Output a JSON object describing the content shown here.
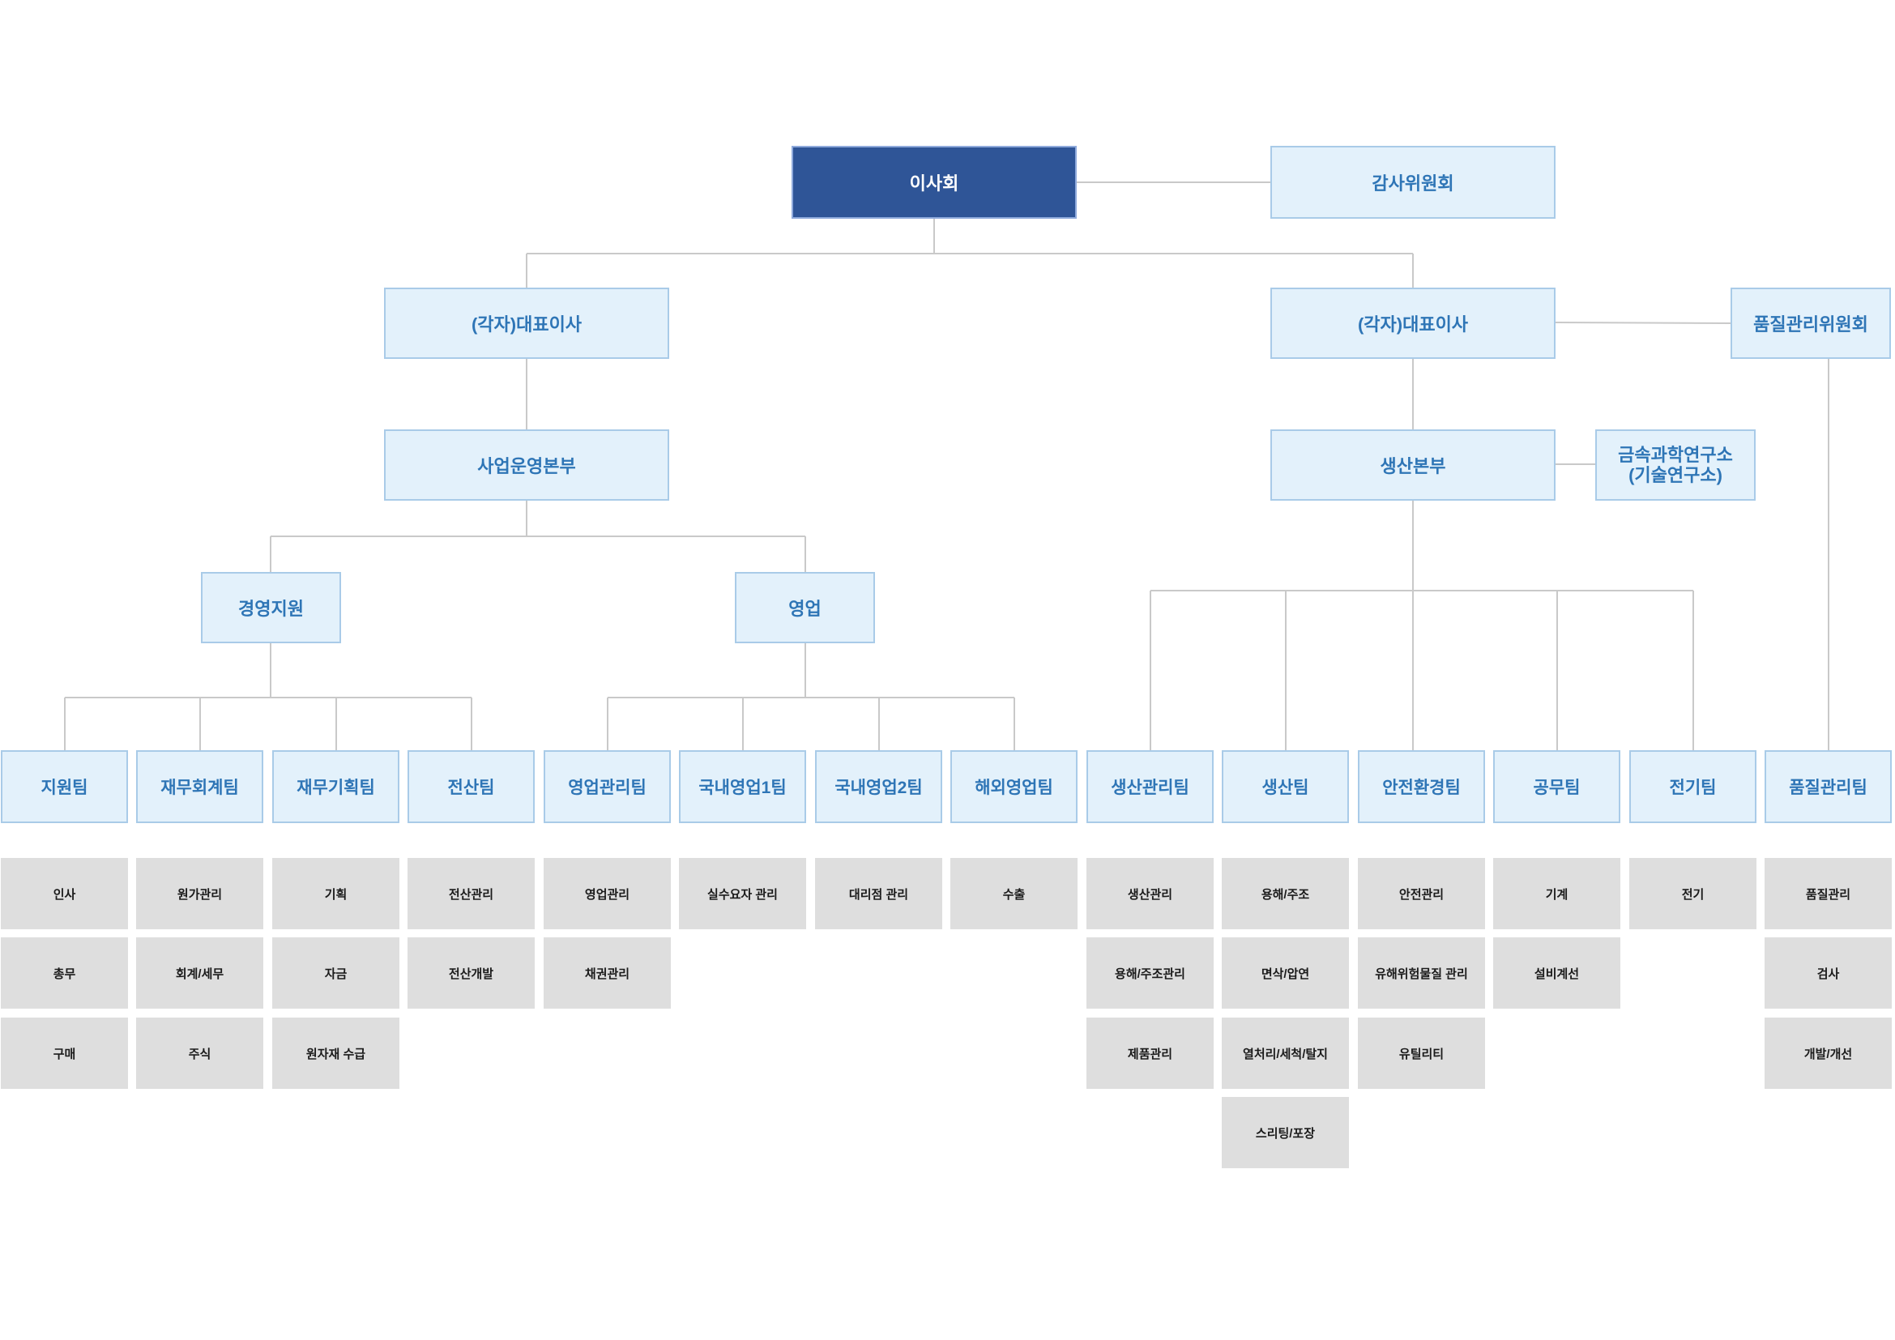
{
  "board": {
    "label": "이사회"
  },
  "audit_committee": {
    "label": "감사위원회"
  },
  "ceo_left": {
    "label": "(각자)대표이사"
  },
  "ceo_right": {
    "label": "(각자)대표이사"
  },
  "quality_committee": {
    "label": "품질관리위원회"
  },
  "business_division": {
    "label": "사업운영본부"
  },
  "production_division": {
    "label": "생산본부"
  },
  "research_institute": {
    "line1": "금속과학연구소",
    "line2": "(기술연구소)"
  },
  "management_support": {
    "label": "경영지원"
  },
  "sales": {
    "label": "영업"
  },
  "teams": [
    {
      "name": "지원팀",
      "duties": [
        "인사",
        "총무",
        "구매"
      ]
    },
    {
      "name": "재무회계팀",
      "duties": [
        "원가관리",
        "회계/세무",
        "주식"
      ]
    },
    {
      "name": "재무기획팀",
      "duties": [
        "기획",
        "자금",
        "원자재 수급"
      ]
    },
    {
      "name": "전산팀",
      "duties": [
        "전산관리",
        "전산개발"
      ]
    },
    {
      "name": "영업관리팀",
      "duties": [
        "영업관리",
        "채권관리"
      ]
    },
    {
      "name": "국내영업1팀",
      "duties": [
        "실수요자 관리"
      ]
    },
    {
      "name": "국내영업2팀",
      "duties": [
        "대리점 관리"
      ]
    },
    {
      "name": "해외영업팀",
      "duties": [
        "수출"
      ]
    },
    {
      "name": "생산관리팀",
      "duties": [
        "생산관리",
        "용해/주조관리",
        "제품관리"
      ]
    },
    {
      "name": "생산팀",
      "duties": [
        "용해/주조",
        "면삭/압연",
        "열처리/세척/탈지",
        "스리팅/포장"
      ]
    },
    {
      "name": "안전환경팀",
      "duties": [
        "안전관리",
        "유해위험물질 관리",
        "유틸리티"
      ]
    },
    {
      "name": "공무팀",
      "duties": [
        "기계",
        "설비계선"
      ]
    },
    {
      "name": "전기팀",
      "duties": [
        "전기"
      ]
    },
    {
      "name": "품질관리팀",
      "duties": [
        "품질관리",
        "검사",
        "개발/개선"
      ]
    }
  ],
  "colors": {
    "board_fill": "#2f5597",
    "box_fill": "#e3f1fb",
    "box_border": "#a9cbe8",
    "label_text": "#2e75b6",
    "duty_fill": "#dedede",
    "connector": "#c9c9c9"
  }
}
